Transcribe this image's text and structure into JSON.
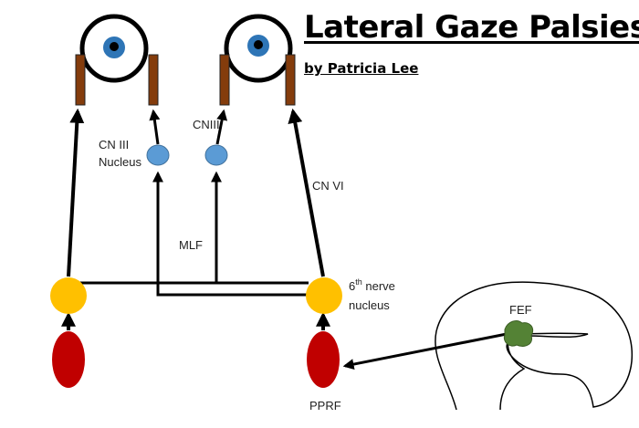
{
  "title": "Lateral Gaze Palsies",
  "byline": "by Patricia Lee",
  "labels": {
    "cn3_line1": "CN III",
    "cn3_line2": "Nucleus",
    "cn3_right": "CNIII",
    "cn6": "CN VI",
    "mlf": "MLF",
    "sixth_nerve_sup": "th",
    "sixth_nerve_line1_num": "6",
    "sixth_nerve_line1_rest": " nerve",
    "sixth_nerve_line2": "nucleus",
    "fef": "FEF",
    "pprf": "PPRF"
  },
  "colors": {
    "eye_iris": "#2e75b6",
    "eye_pupil": "#000000",
    "muscle": "#843c0c",
    "cn3_nucleus": "#5b9bd5",
    "sixth_nucleus": "#ffc000",
    "pprf": "#c00000",
    "fef": "#548235"
  }
}
